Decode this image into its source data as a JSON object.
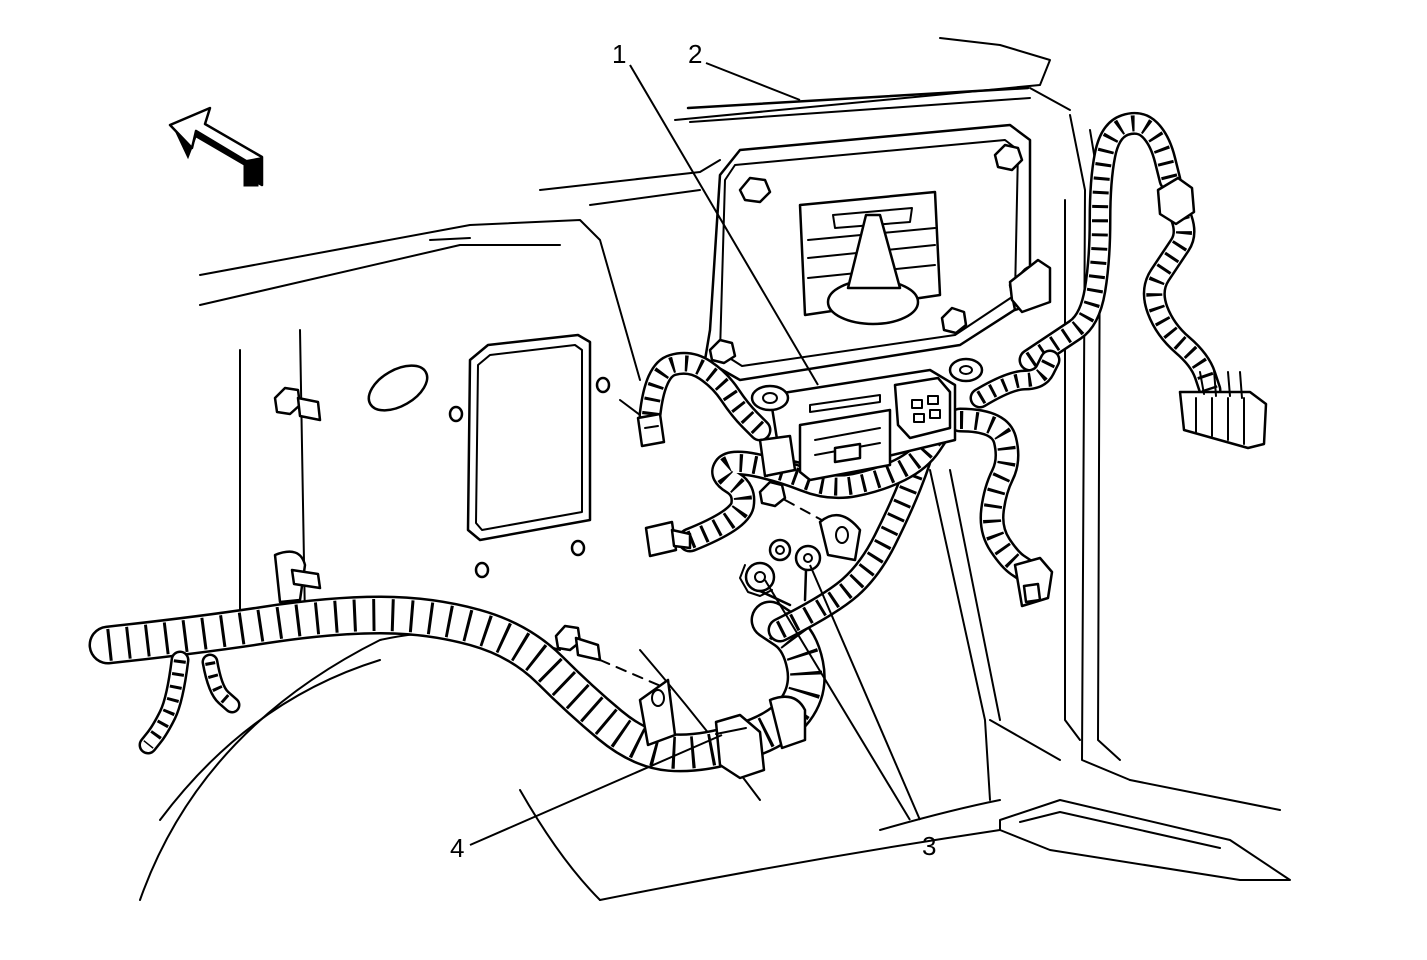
{
  "callouts": [
    {
      "id": "1",
      "label": "1"
    },
    {
      "id": "2",
      "label": "2"
    },
    {
      "id": "3",
      "label": "3"
    },
    {
      "id": "4",
      "label": "4"
    }
  ],
  "icons": [
    "direction-arrow-icon"
  ],
  "colors": {
    "ink": "#000000",
    "background": "#ffffff"
  }
}
